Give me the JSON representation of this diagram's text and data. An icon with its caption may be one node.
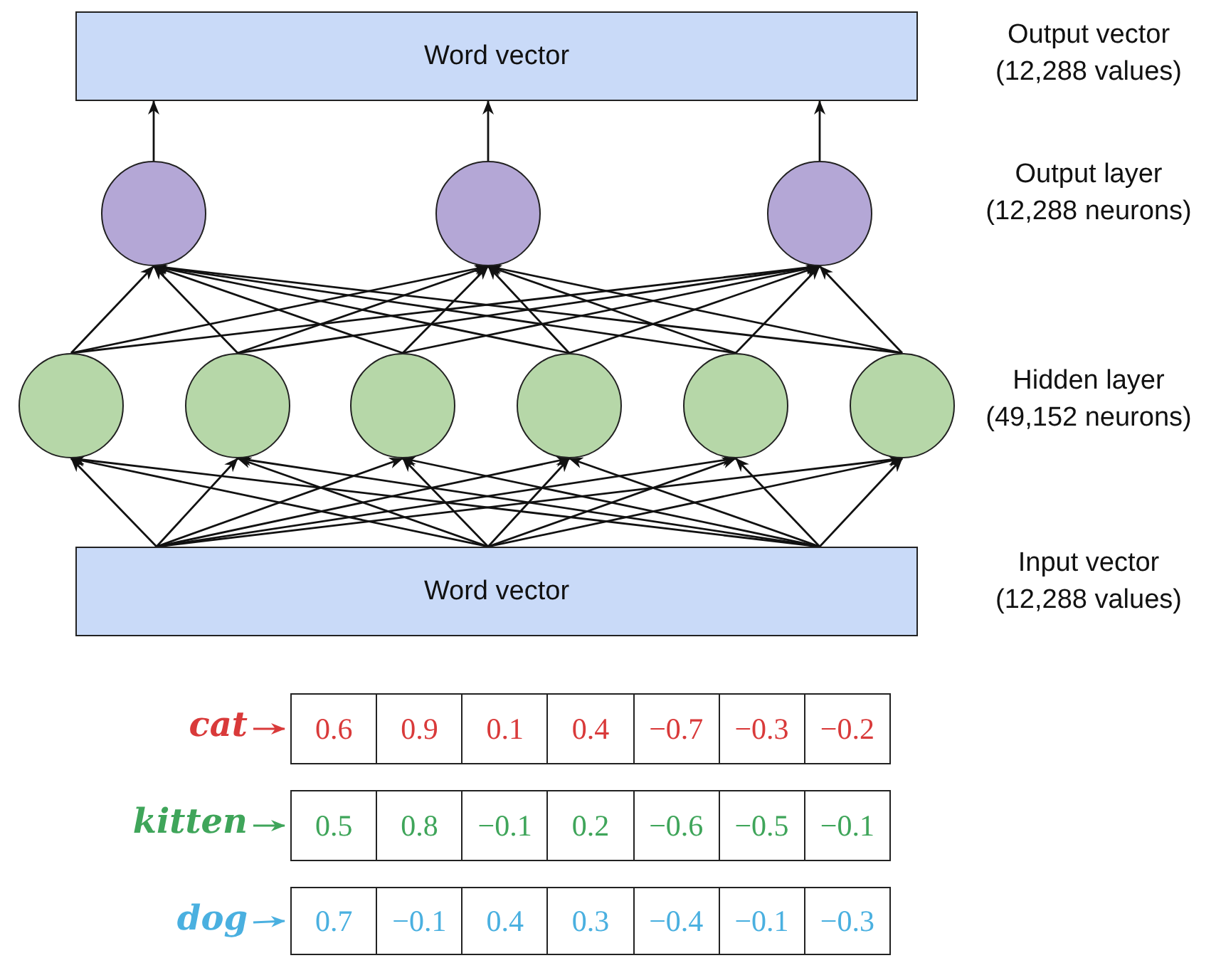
{
  "diagram": {
    "nodes": [
      {
        "text": [
          "Word vector"
        ],
        "beside": [
          "Output vector (12,288 values)"
        ]
      },
      {
        "text": [],
        "shape": "circle"
      },
      {
        "text": [],
        "shape": "circle"
      },
      {
        "text": [],
        "shape": "circle"
      },
      {
        "text": [],
        "shape": "circle"
      },
      {
        "text": [],
        "shape": "circle"
      },
      {
        "text": [],
        "shape": "circle"
      },
      {
        "text": [],
        "shape": "circle"
      },
      {
        "text": [],
        "shape": "circle"
      },
      {
        "text": [],
        "shape": "circle"
      },
      {
        "text": [
          "Word vector"
        ],
        "beside": [
          "Input vector (12,288 values)"
        ]
      },
      {
        "text": [
          "cat"
        ]
      },
      {
        "text": [
          "0.6",
          "0.9",
          "0.1",
          "0.4",
          "−0.7",
          "−0.3",
          "−0.2"
        ]
      },
      {
        "text": [
          "kitten"
        ]
      },
      {
        "text": [
          "0.5",
          "0.8",
          "−0.1",
          "0.2",
          "−0.6",
          "−0.5",
          "−0.1"
        ]
      },
      {
        "text": [
          "dog"
        ]
      },
      {
        "text": [
          "0.7",
          "−0.1",
          "0.4",
          "0.3",
          "−0.4",
          "−0.1",
          "−0.3"
        ]
      }
    ],
    "edges": [
      {
        "from": 1,
        "to": 0,
        "arrow": "to"
      },
      {
        "from": 2,
        "to": 0,
        "arrow": "to"
      },
      {
        "from": 3,
        "to": 0,
        "arrow": "to"
      },
      {
        "from": 4,
        "to": 1,
        "arrow": "to"
      },
      {
        "from": 4,
        "to": 2,
        "arrow": "to"
      },
      {
        "from": 4,
        "to": 3,
        "arrow": "to"
      },
      {
        "from": 5,
        "to": 1,
        "arrow": "to"
      },
      {
        "from": 5,
        "to": 2,
        "arrow": "to"
      },
      {
        "from": 5,
        "to": 3,
        "arrow": "to"
      },
      {
        "from": 6,
        "to": 1,
        "arrow": "to"
      },
      {
        "from": 6,
        "to": 2,
        "arrow": "to"
      },
      {
        "from": 6,
        "to": 3,
        "arrow": "to"
      },
      {
        "from": 7,
        "to": 1,
        "arrow": "to"
      },
      {
        "from": 7,
        "to": 2,
        "arrow": "to"
      },
      {
        "from": 7,
        "to": 3,
        "arrow": "to"
      },
      {
        "from": 8,
        "to": 1,
        "arrow": "to"
      },
      {
        "from": 8,
        "to": 2,
        "arrow": "to"
      },
      {
        "from": 8,
        "to": 3,
        "arrow": "to"
      },
      {
        "from": 9,
        "to": 1,
        "arrow": "to"
      },
      {
        "from": 9,
        "to": 2,
        "arrow": "to"
      },
      {
        "from": 9,
        "to": 3,
        "arrow": "to"
      },
      {
        "from": 10,
        "to": 4,
        "arrow": "to"
      },
      {
        "from": 10,
        "to": 5,
        "arrow": "to"
      },
      {
        "from": 10,
        "to": 6,
        "arrow": "to"
      },
      {
        "from": 10,
        "to": 7,
        "arrow": "to"
      },
      {
        "from": 10,
        "to": 8,
        "arrow": "to"
      },
      {
        "from": 10,
        "to": 9,
        "arrow": "to"
      },
      {
        "from": 10,
        "to": 4,
        "arrow": "to"
      },
      {
        "from": 10,
        "to": 5,
        "arrow": "to"
      },
      {
        "from": 10,
        "to": 6,
        "arrow": "to"
      },
      {
        "from": 10,
        "to": 7,
        "arrow": "to"
      },
      {
        "from": 10,
        "to": 8,
        "arrow": "to"
      },
      {
        "from": 10,
        "to": 9,
        "arrow": "to"
      },
      {
        "from": 10,
        "to": 4,
        "arrow": "to"
      },
      {
        "from": 10,
        "to": 5,
        "arrow": "to"
      },
      {
        "from": 10,
        "to": 6,
        "arrow": "to"
      },
      {
        "from": 10,
        "to": 7,
        "arrow": "to"
      },
      {
        "from": 10,
        "to": 8,
        "arrow": "to"
      },
      {
        "from": 10,
        "to": 9,
        "arrow": "to"
      },
      {
        "from": 11,
        "to": 12,
        "arrow": "to",
        "color": "#d93a3a"
      },
      {
        "from": 13,
        "to": 14,
        "arrow": "to",
        "color": "#3fa55a"
      },
      {
        "from": 15,
        "to": 16,
        "arrow": "to",
        "color": "#4ab0e0"
      }
    ],
    "labels": [
      "Output layer (12,288 neurons)",
      "Hidden layer (49,152 neurons)"
    ]
  }
}
